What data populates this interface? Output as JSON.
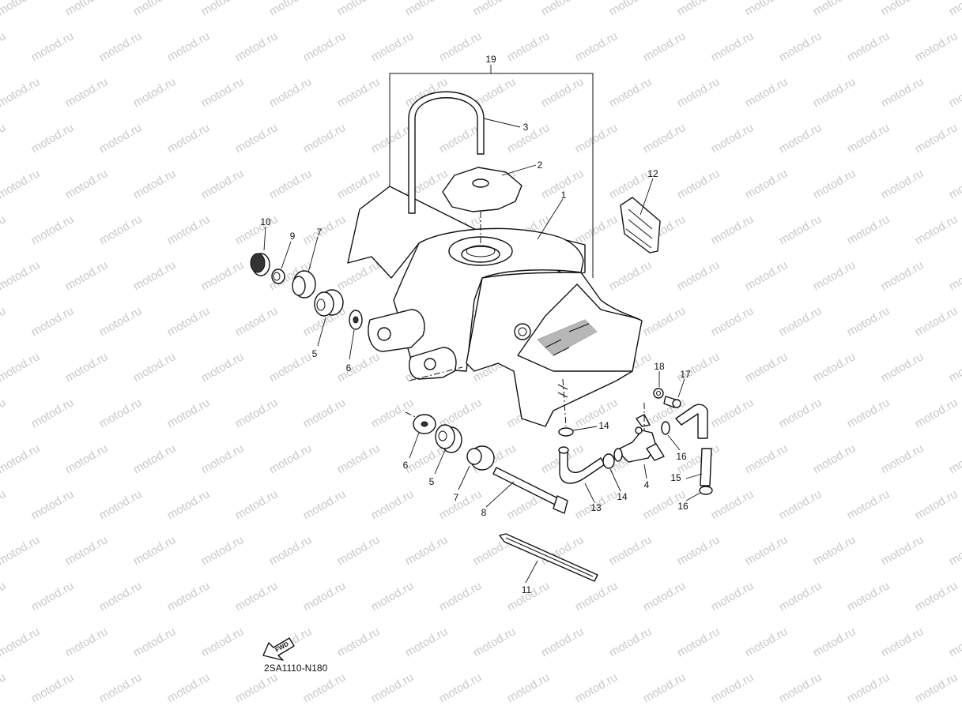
{
  "watermark": {
    "text": "motod.ru",
    "color": "#c9c9c9"
  },
  "diagram_code": "2SA1110-N180",
  "fwd_label": "FWD",
  "callouts": [
    {
      "id": "c19",
      "label": "19"
    },
    {
      "id": "c3",
      "label": "3"
    },
    {
      "id": "c2",
      "label": "2"
    },
    {
      "id": "c1",
      "label": "1"
    },
    {
      "id": "c12",
      "label": "12"
    },
    {
      "id": "c10",
      "label": "10"
    },
    {
      "id": "c9",
      "label": "9"
    },
    {
      "id": "c7a",
      "label": "7"
    },
    {
      "id": "c5a",
      "label": "5"
    },
    {
      "id": "c6a",
      "label": "6"
    },
    {
      "id": "c18",
      "label": "18"
    },
    {
      "id": "c17",
      "label": "17"
    },
    {
      "id": "c14a",
      "label": "14"
    },
    {
      "id": "c16a",
      "label": "16"
    },
    {
      "id": "c15",
      "label": "15"
    },
    {
      "id": "c16b",
      "label": "16"
    },
    {
      "id": "c6b",
      "label": "6"
    },
    {
      "id": "c5b",
      "label": "5"
    },
    {
      "id": "c7b",
      "label": "7"
    },
    {
      "id": "c8",
      "label": "8"
    },
    {
      "id": "c13",
      "label": "13"
    },
    {
      "id": "c14b",
      "label": "14"
    },
    {
      "id": "c4",
      "label": "4"
    },
    {
      "id": "c11",
      "label": "11"
    }
  ]
}
